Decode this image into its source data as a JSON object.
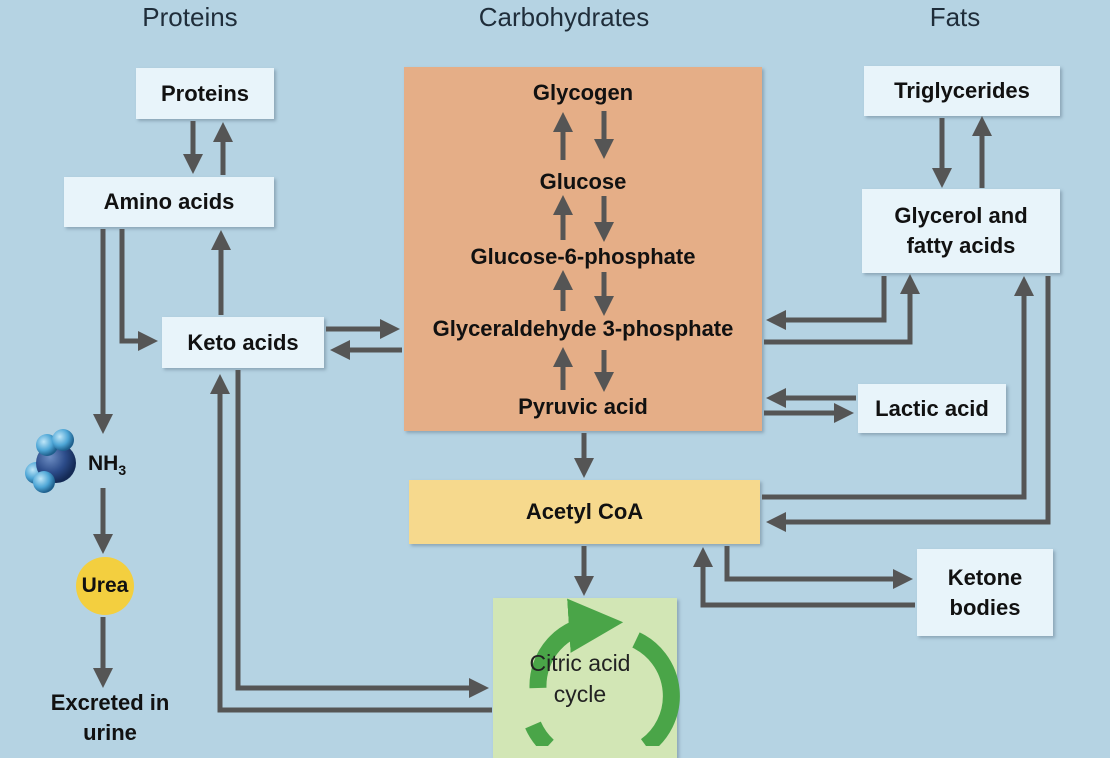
{
  "headers": {
    "proteins": "Proteins",
    "carbohydrates": "Carbohydrates",
    "fats": "Fats"
  },
  "nodes": {
    "proteins": "Proteins",
    "amino_acids": "Amino acids",
    "keto_acids": "Keto acids",
    "nh3_base": "NH",
    "nh3_sub": "3",
    "urea": "Urea",
    "excreted": "Excreted in urine",
    "glycogen": "Glycogen",
    "glucose": "Glucose",
    "glucose6p": "Glucose-6-phosphate",
    "g3p": "Glyceraldehyde 3-phosphate",
    "pyruvic": "Pyruvic acid",
    "acetyl_coa": "Acetyl CoA",
    "citric": "Citric acid cycle",
    "triglycerides": "Triglycerides",
    "glycerol": "Glycerol and fatty acids",
    "lactic": "Lactic acid",
    "ketone": "Ketone bodies"
  },
  "colors": {
    "background": "#b5d3e3",
    "box": "#e8f4fa",
    "carbohydrate_block": "#e5ae87",
    "acetyl_block": "#f6d98d",
    "citric_block": "#d2e6b5",
    "cycle_arrow": "#4aa548",
    "urea": "#f3cf3f",
    "arrow": "#555555"
  }
}
